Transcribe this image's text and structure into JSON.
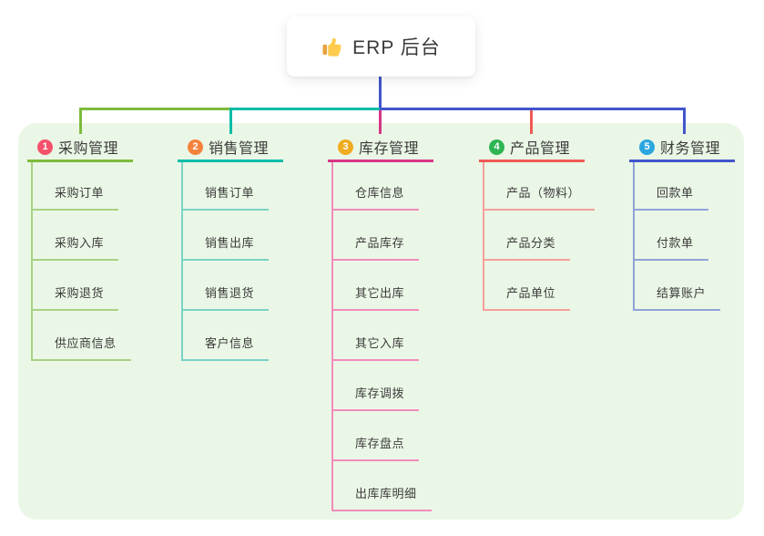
{
  "root": {
    "title": "ERP 后台",
    "icon": "thumbs-up-icon"
  },
  "colors": {
    "b1": "#7cbb3c",
    "b1l": "#a8d284",
    "badge1": "#f4526b",
    "b2": "#00bca7",
    "b2l": "#7ad2c6",
    "badge2": "#f6823c",
    "b3": "#d63787",
    "b3l": "#f08cbb",
    "badge3": "#efac1f",
    "b4": "#f05a55",
    "b4l": "#f5a09b",
    "badge4": "#2fb454",
    "b5": "#4156cc",
    "b5l": "#8fa3d8",
    "badge5": "#2ba7df",
    "panel": "#ebf7e6",
    "text": "#3d3d3d",
    "thumb-hand": "#ffcb4c",
    "thumb-cuff": "#e8a33d"
  },
  "branches": [
    {
      "num": "1",
      "label": "采购管理",
      "children": [
        "采购订单",
        "采购入库",
        "采购退货",
        "供应商信息"
      ]
    },
    {
      "num": "2",
      "label": "销售管理",
      "children": [
        "销售订单",
        "销售出库",
        "销售退货",
        "客户信息"
      ]
    },
    {
      "num": "3",
      "label": "库存管理",
      "children": [
        "仓库信息",
        "产品库存",
        "其它出库",
        "其它入库",
        "库存调拨",
        "库存盘点",
        "出库库明细"
      ]
    },
    {
      "num": "4",
      "label": "产品管理",
      "children": [
        "产品（物料）",
        "产品分类",
        "产品单位"
      ]
    },
    {
      "num": "5",
      "label": "财务管理",
      "children": [
        "回款单",
        "付款单",
        "结算账户"
      ]
    }
  ]
}
